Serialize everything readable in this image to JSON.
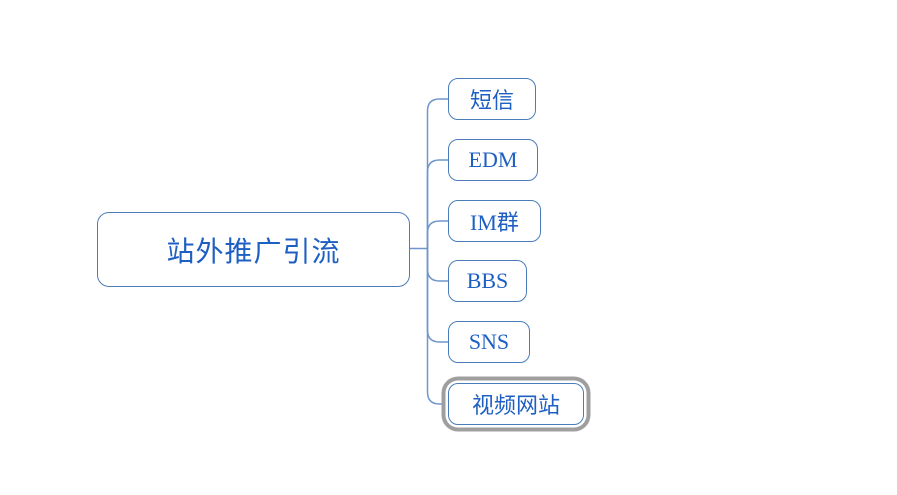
{
  "diagram": {
    "type": "mindmap",
    "root": {
      "label": "站外推广引流",
      "selected": false
    },
    "children": [
      {
        "label": "短信",
        "selected": false
      },
      {
        "label": "EDM",
        "selected": false
      },
      {
        "label": "IM群",
        "selected": false
      },
      {
        "label": "BBS",
        "selected": false
      },
      {
        "label": "SNS",
        "selected": false
      },
      {
        "label": "视频网站",
        "selected": true
      }
    ],
    "colors": {
      "background": "#ffffff",
      "node_border": "#4a7ebb",
      "node_text": "#1d5fc2",
      "connector_line": "#6f96cb",
      "selection_ring": "#9f9f9f"
    }
  }
}
